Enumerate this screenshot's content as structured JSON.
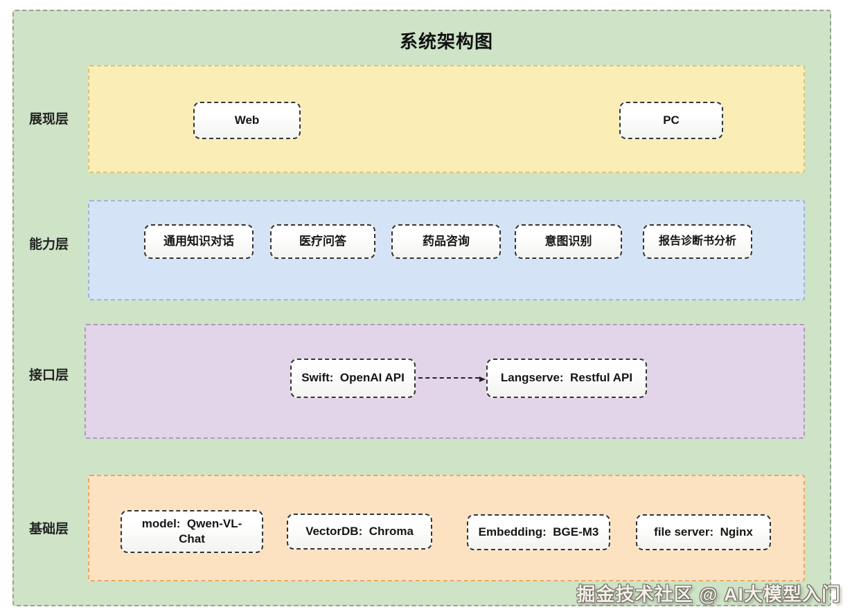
{
  "title": "系统架构图",
  "watermark": "掘金技术社区 @ AI大模型入门",
  "palette": {
    "page_bg": "#ffffff",
    "container_bg": "#cfe3c7",
    "container_border": "#96a08f",
    "presentation_bg": "#faedb6",
    "presentation_border": "#d9c47c",
    "capability_bg": "#d5e3f6",
    "capability_border": "#9fb6d6",
    "interface_bg": "#e2d4e9",
    "interface_border": "#a79fb2",
    "foundation_bg": "#fde2c2",
    "foundation_border": "#e3ab61",
    "node_bg": "#ffffff",
    "node_border": "#333333",
    "text": "#1a1a1a"
  },
  "layers": [
    {
      "label": "展现层",
      "nodes": [
        "Web",
        "PC"
      ]
    },
    {
      "label": "能力层",
      "nodes": [
        "通用知识对话",
        "医疗问答",
        "药品咨询",
        "意图识别",
        "报告诊断书分析"
      ]
    },
    {
      "label": "接口层",
      "nodes": [
        "Swift:  OpenAI API",
        "Langserve:  Restful API"
      ],
      "connector": "dashed-arrow-right"
    },
    {
      "label": "基础层",
      "nodes": [
        "model:  Qwen-VL-Chat",
        "VectorDB:  Chroma",
        "Embedding:  BGE-M3",
        "file server:  Nginx"
      ]
    }
  ]
}
